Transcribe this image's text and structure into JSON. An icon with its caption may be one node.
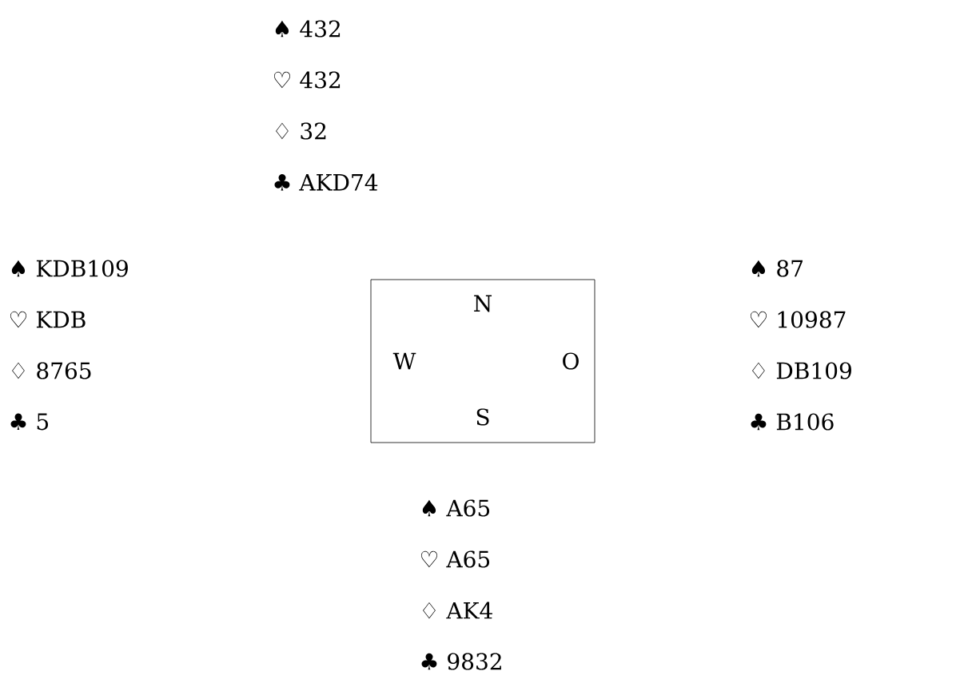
{
  "diagram": {
    "nodes": [
      {
        "text": [
          "N",
          "W",
          "O",
          "S"
        ]
      }
    ],
    "labels": [
      "♠ 432",
      "♡ 432",
      "♢ 32",
      "♣ AKD74",
      "♠ KDB109",
      "♡ KDB",
      "♢ 8765",
      "♣ 5",
      "♠ 87",
      "♡ 10987",
      "♢ DB109",
      "♣ B106",
      "♠ A65",
      "♡ A65",
      "♢ AK4",
      "♣ 9832"
    ]
  }
}
